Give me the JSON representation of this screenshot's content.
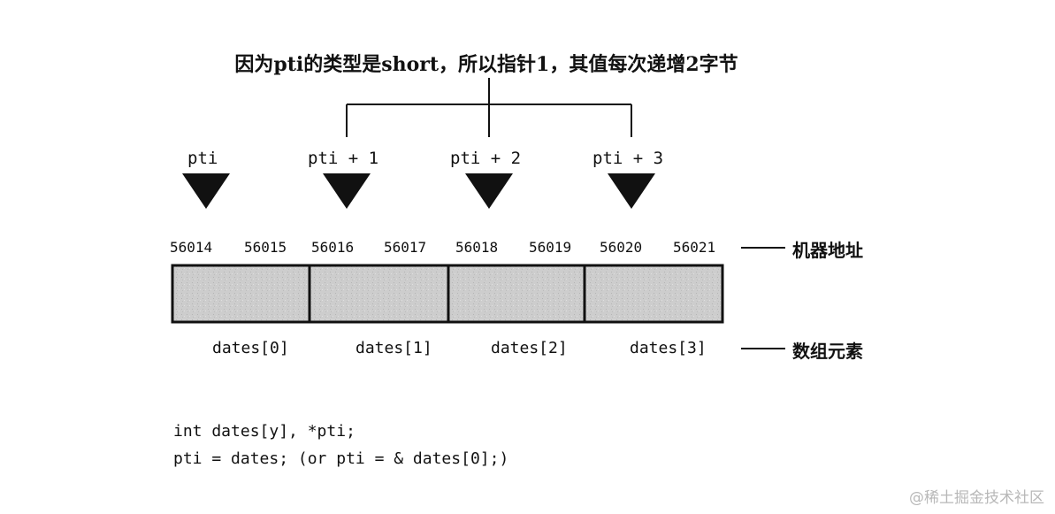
{
  "title": "因为pti的类型是short，所以指针1，其值每次递增2字节",
  "pointers": [
    "pti",
    "pti + 1",
    "pti + 2",
    "pti + 3"
  ],
  "addresses": [
    "56014",
    "56015",
    "56016",
    "56017",
    "56018",
    "56019",
    "56020",
    "56021"
  ],
  "address_label": "机器地址",
  "elements": [
    "dates[0]",
    "dates[1]",
    "dates[2]",
    "dates[3]"
  ],
  "element_label": "数组元素",
  "code": [
    "int dates[y], *pti;",
    "pti = dates; (or pti = & dates[0];)"
  ],
  "watermark": "@稀土掘金技术社区",
  "colors": {
    "cell_fill": "#cfcfcf",
    "ink": "#111111"
  }
}
